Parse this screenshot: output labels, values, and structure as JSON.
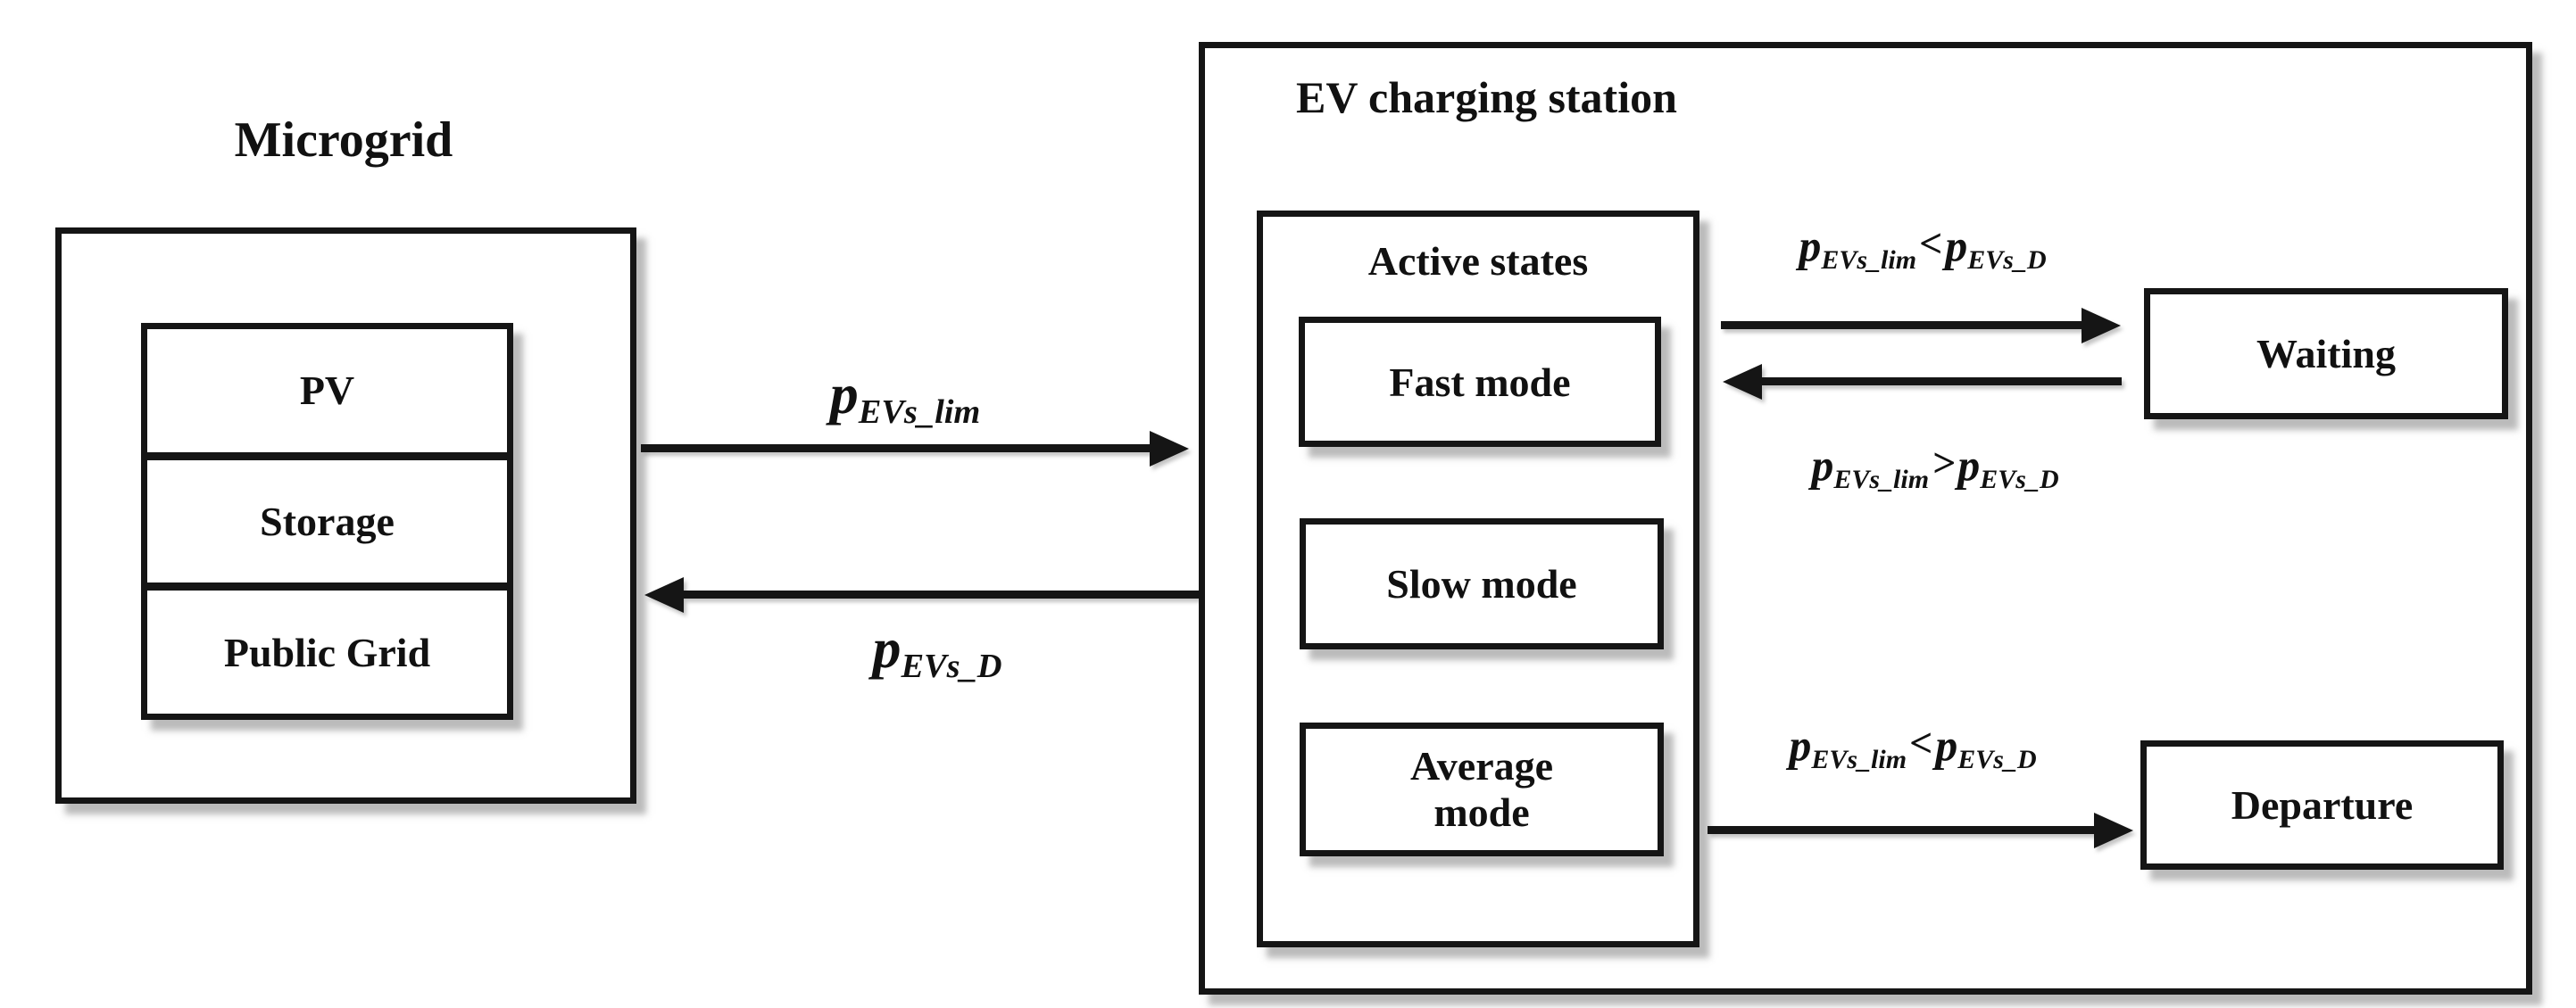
{
  "diagram": {
    "microgrid": {
      "title": "Microgrid",
      "components": [
        "PV",
        "Storage",
        "Public Grid"
      ]
    },
    "station": {
      "title": "EV charging station",
      "active_states": {
        "title": "Active states",
        "modes": [
          "Fast mode",
          "Slow mode",
          "Average mode"
        ]
      },
      "states": {
        "waiting": "Waiting",
        "departure": "Departure"
      }
    },
    "flows": {
      "microgrid_to_station": {
        "var": "p",
        "sub": "EVs_lim"
      },
      "station_to_microgrid": {
        "var": "p",
        "sub": "EVs_D"
      }
    },
    "conditions": {
      "active_to_waiting": {
        "lhs_var": "p",
        "lhs_sub": "EVs_lim",
        "op": "<",
        "rhs_var": "p",
        "rhs_sub": "EVs_D"
      },
      "waiting_to_active": {
        "lhs_var": "p",
        "lhs_sub": "EVs_lim",
        "op": ">",
        "rhs_var": "p",
        "rhs_sub": "EVs_D"
      },
      "active_to_departure": {
        "lhs_var": "p",
        "lhs_sub": "EVs_lim",
        "op": "<",
        "rhs_var": "p",
        "rhs_sub": "EVs_D"
      }
    },
    "colors": {
      "line": "#151515",
      "background": "#ffffff",
      "text": "#111111",
      "shadow": "#787878"
    }
  }
}
